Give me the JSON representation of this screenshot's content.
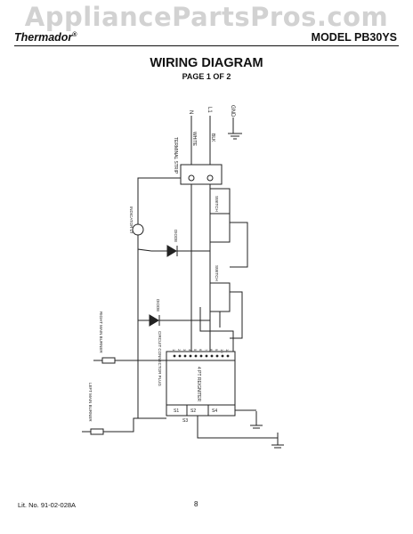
{
  "watermark": "AppliancePartsPros.com",
  "header": {
    "brand": "Thermador",
    "brand_mark": "®",
    "model": "MODEL PB30YS"
  },
  "title": "WIRING DIAGRAM",
  "subtitle": "PAGE 1 OF 2",
  "diagram": {
    "terminal_strip": "TERMINAL STRIP",
    "line_n": "N",
    "line_l1": "L1",
    "ground": "GND",
    "wire_white": "WHITE",
    "wire_black": "BLK",
    "indicator": "INDICATOR LT",
    "diode_upper": "DIODE",
    "diode_lower": "DIODE",
    "switch_upper": "SWITCH",
    "switch_lower": "SWITCH",
    "right_burner": "RIGHT MAIN BURNER",
    "left_burner": "LEFT MAIN BURNER",
    "circuit_connector": "CIRCUIT CONNECTOR PLUG",
    "spark_module": "4 PT REIGNITER",
    "module_s1": "S1",
    "module_s2": "S2",
    "module_s4": "S4",
    "module_s3": "S3",
    "pin_numbers": [
      "1",
      "2",
      "3",
      "4",
      "5",
      "6",
      "7",
      "8",
      "9",
      "10",
      "11"
    ]
  },
  "footer": {
    "lit_no": "Lit. No. 91-02-028A",
    "page": "8"
  }
}
